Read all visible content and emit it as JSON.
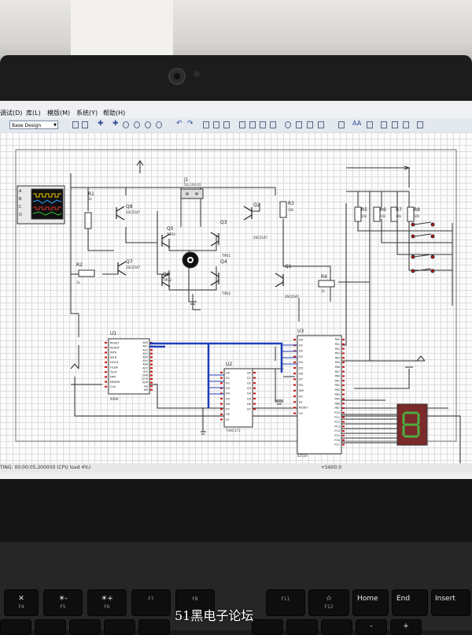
{
  "menu": [
    "调试(D)",
    "库(L)",
    "模版(M)",
    "系统(Y)",
    "帮助(H)"
  ],
  "toolbar": {
    "layer_combo": "Base Design"
  },
  "components": {
    "u1": {
      "ref": "U1",
      "part": "8088",
      "pins_left": [
        "RESET",
        "READY",
        "INTA",
        "INTR",
        "HOLD",
        "HLDA",
        "TEST",
        "NMI",
        "MN/MX",
        "CLK"
      ],
      "pins_right": [
        "AD0",
        "AD1",
        "AD2",
        "AD3",
        "AD4",
        "AD5",
        "AD6",
        "AD7",
        "ALE",
        "DEN",
        "DT/R",
        "IO/M",
        "RD",
        "WR"
      ]
    },
    "u2": {
      "ref": "U2",
      "part": "74HC373",
      "pins_left": [
        "D0",
        "D1",
        "D2",
        "D3",
        "D4",
        "D5",
        "D6",
        "D7",
        "OE",
        "LE"
      ],
      "pins_right": [
        "Q0",
        "Q1",
        "Q2",
        "Q3",
        "Q4",
        "Q5",
        "Q6",
        "Q7"
      ]
    },
    "u3": {
      "ref": "U3",
      "part": "8255A",
      "pins_left": [
        "D0",
        "D1",
        "D2",
        "D3",
        "D4",
        "D5",
        "D6",
        "D7",
        "RD",
        "WR",
        "A0",
        "A1",
        "RESET",
        "CS"
      ],
      "pins_right": [
        "PA0",
        "PA1",
        "PA2",
        "PA3",
        "PA4",
        "PA5",
        "PA6",
        "PA7",
        "PB0",
        "PB1",
        "PB2",
        "PB3",
        "PB4",
        "PB5",
        "PB6",
        "PB7",
        "PC0",
        "PC1",
        "PC2",
        "PC3",
        "PC4",
        "PC5",
        "PC6",
        "PC7"
      ]
    },
    "j1": {
      "ref": "J1",
      "part": "SIL-100-02"
    },
    "transistors": [
      {
        "ref": "Q8",
        "part": "2SC2547"
      },
      {
        "ref": "Q7",
        "part": "2SC2547"
      },
      {
        "ref": "Q5",
        "part": "TIP31"
      },
      {
        "ref": "Q6",
        "part": "TIP32"
      },
      {
        "ref": "Q3",
        "part": "TIP31"
      },
      {
        "ref": "Q4",
        "part": "TIP32"
      },
      {
        "ref": "Q2",
        "part": "2SC2547"
      },
      {
        "ref": "Q1",
        "part": "2SC2547"
      }
    ],
    "resistors": [
      {
        "ref": "R1",
        "value": "1k"
      },
      {
        "ref": "R2",
        "value": "1k"
      },
      {
        "ref": "R3",
        "value": "10k"
      },
      {
        "ref": "R4",
        "value": "1k"
      },
      {
        "ref": "R5",
        "value": "10k"
      },
      {
        "ref": "R6",
        "value": "10k"
      },
      {
        "ref": "R7",
        "value": "10k"
      },
      {
        "ref": "R8",
        "value": "10k"
      }
    ],
    "scope_channels": [
      "A",
      "B",
      "C",
      "D"
    ]
  },
  "status": {
    "left": "TING: 00:00:05.200000 (CPU load 4%)",
    "right": "+5600.0"
  },
  "keyboard": {
    "fkeys": [
      {
        "main": "✕",
        "sub": "F4"
      },
      {
        "main": "☀-",
        "sub": "F5"
      },
      {
        "main": "☀+",
        "sub": "F6"
      },
      {
        "main": "",
        "sub": "F7"
      },
      {
        "main": "",
        "sub": "F8"
      },
      {
        "main": "",
        "sub": "F11"
      },
      {
        "main": "☆",
        "sub": "F12"
      },
      {
        "main": "Home",
        "sub": ""
      },
      {
        "main": "End",
        "sub": ""
      },
      {
        "main": "Insert",
        "sub": ""
      }
    ],
    "num_row": [
      "",
      "",
      "",
      "",
      "",
      "",
      "",
      "",
      "",
      "",
      "-",
      "+"
    ]
  },
  "watermark": "51黑电子论坛",
  "colors": {
    "bus": "#1f3fb8",
    "wire": "#303030",
    "pin_red": "#d01010",
    "seg_body": "#7a2a2a",
    "seg_on": "#4caf40"
  }
}
